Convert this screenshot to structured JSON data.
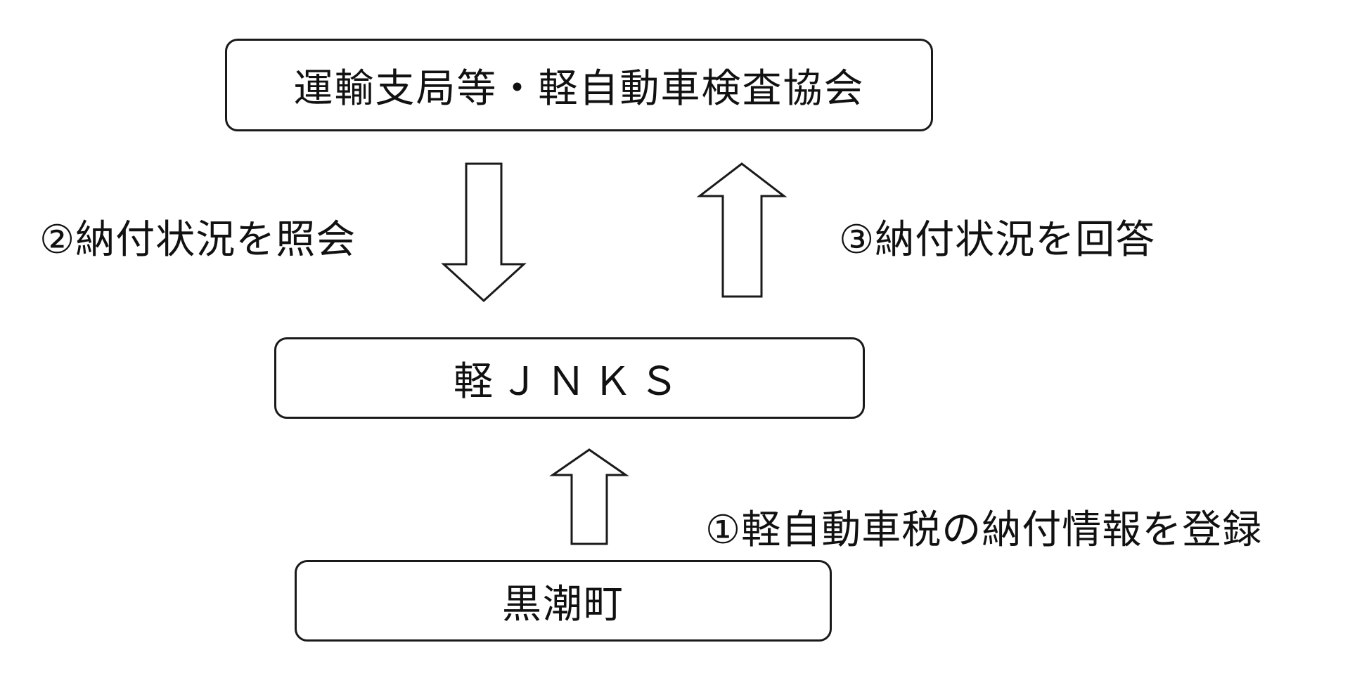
{
  "nodes": {
    "top": "運輸支局等・軽自動車検査協会",
    "middle": "軽ＪＮＫＳ",
    "bottom": "黒潮町"
  },
  "steps": {
    "step1": "①軽自動車税の納付情報を登録",
    "step2": "②納付状況を照会",
    "step3": "③納付状況を回答"
  }
}
